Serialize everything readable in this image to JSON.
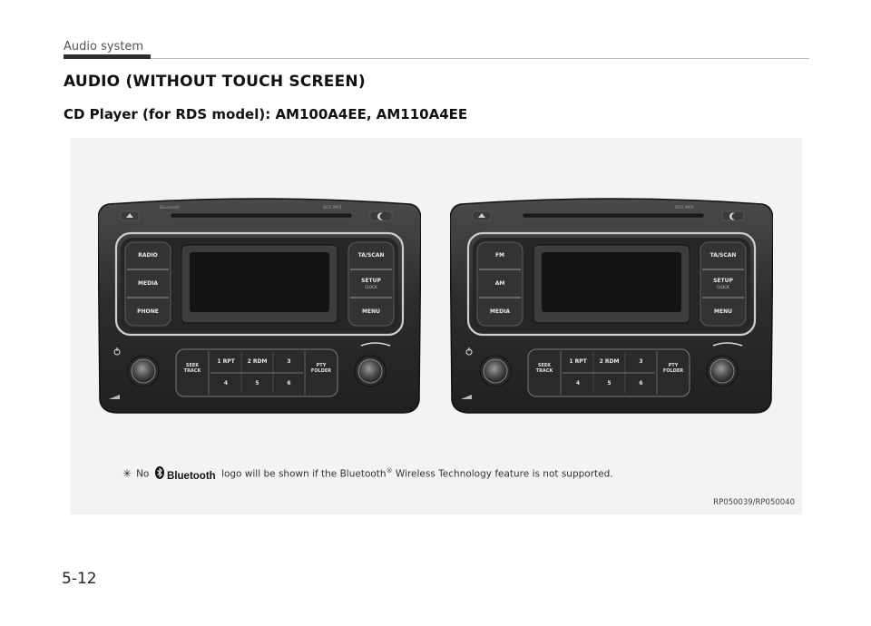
{
  "header": {
    "section": "Audio system",
    "title": "AUDIO (WITHOUT TOUCH SCREEN)",
    "subtitle": "CD Player (for RDS model): AM100A4EE, AM110A4EE"
  },
  "units": [
    {
      "top_brand": "Bluetooth",
      "top_logos": "RDS  MP3",
      "left_buttons": [
        "RADIO",
        "MEDIA",
        "PHONE"
      ],
      "right_buttons": [
        {
          "label": "TA/SCAN",
          "sub": ""
        },
        {
          "label": "SETUP",
          "sub": "CLOCK"
        },
        {
          "label": "MENU",
          "sub": ""
        }
      ],
      "keys_top": [
        "1 RPT",
        "2 RDM",
        "3"
      ],
      "keys_bottom": [
        "4",
        "5",
        "6"
      ],
      "seek": "SEEK\nTRACK",
      "pty": "PTY\nFOLDER"
    },
    {
      "top_brand": "",
      "top_logos": "RDS  MP3",
      "left_buttons": [
        "FM",
        "AM",
        "MEDIA"
      ],
      "right_buttons": [
        {
          "label": "TA/SCAN",
          "sub": ""
        },
        {
          "label": "SETUP",
          "sub": "CLOCK"
        },
        {
          "label": "MENU",
          "sub": ""
        }
      ],
      "keys_top": [
        "1 RPT",
        "2 RDM",
        "3"
      ],
      "keys_bottom": [
        "4",
        "5",
        "6"
      ],
      "seek": "SEEK\nTRACK",
      "pty": "PTY\nFOLDER"
    }
  ],
  "note": {
    "prefix": "No",
    "brand": "Bluetooth",
    "text": "logo will be shown if the Bluetooth",
    "reg": "®",
    "suffix": " Wireless Technology feature is not supported."
  },
  "figure_codes": "RP050039/RP050040",
  "page_number": "5-12"
}
